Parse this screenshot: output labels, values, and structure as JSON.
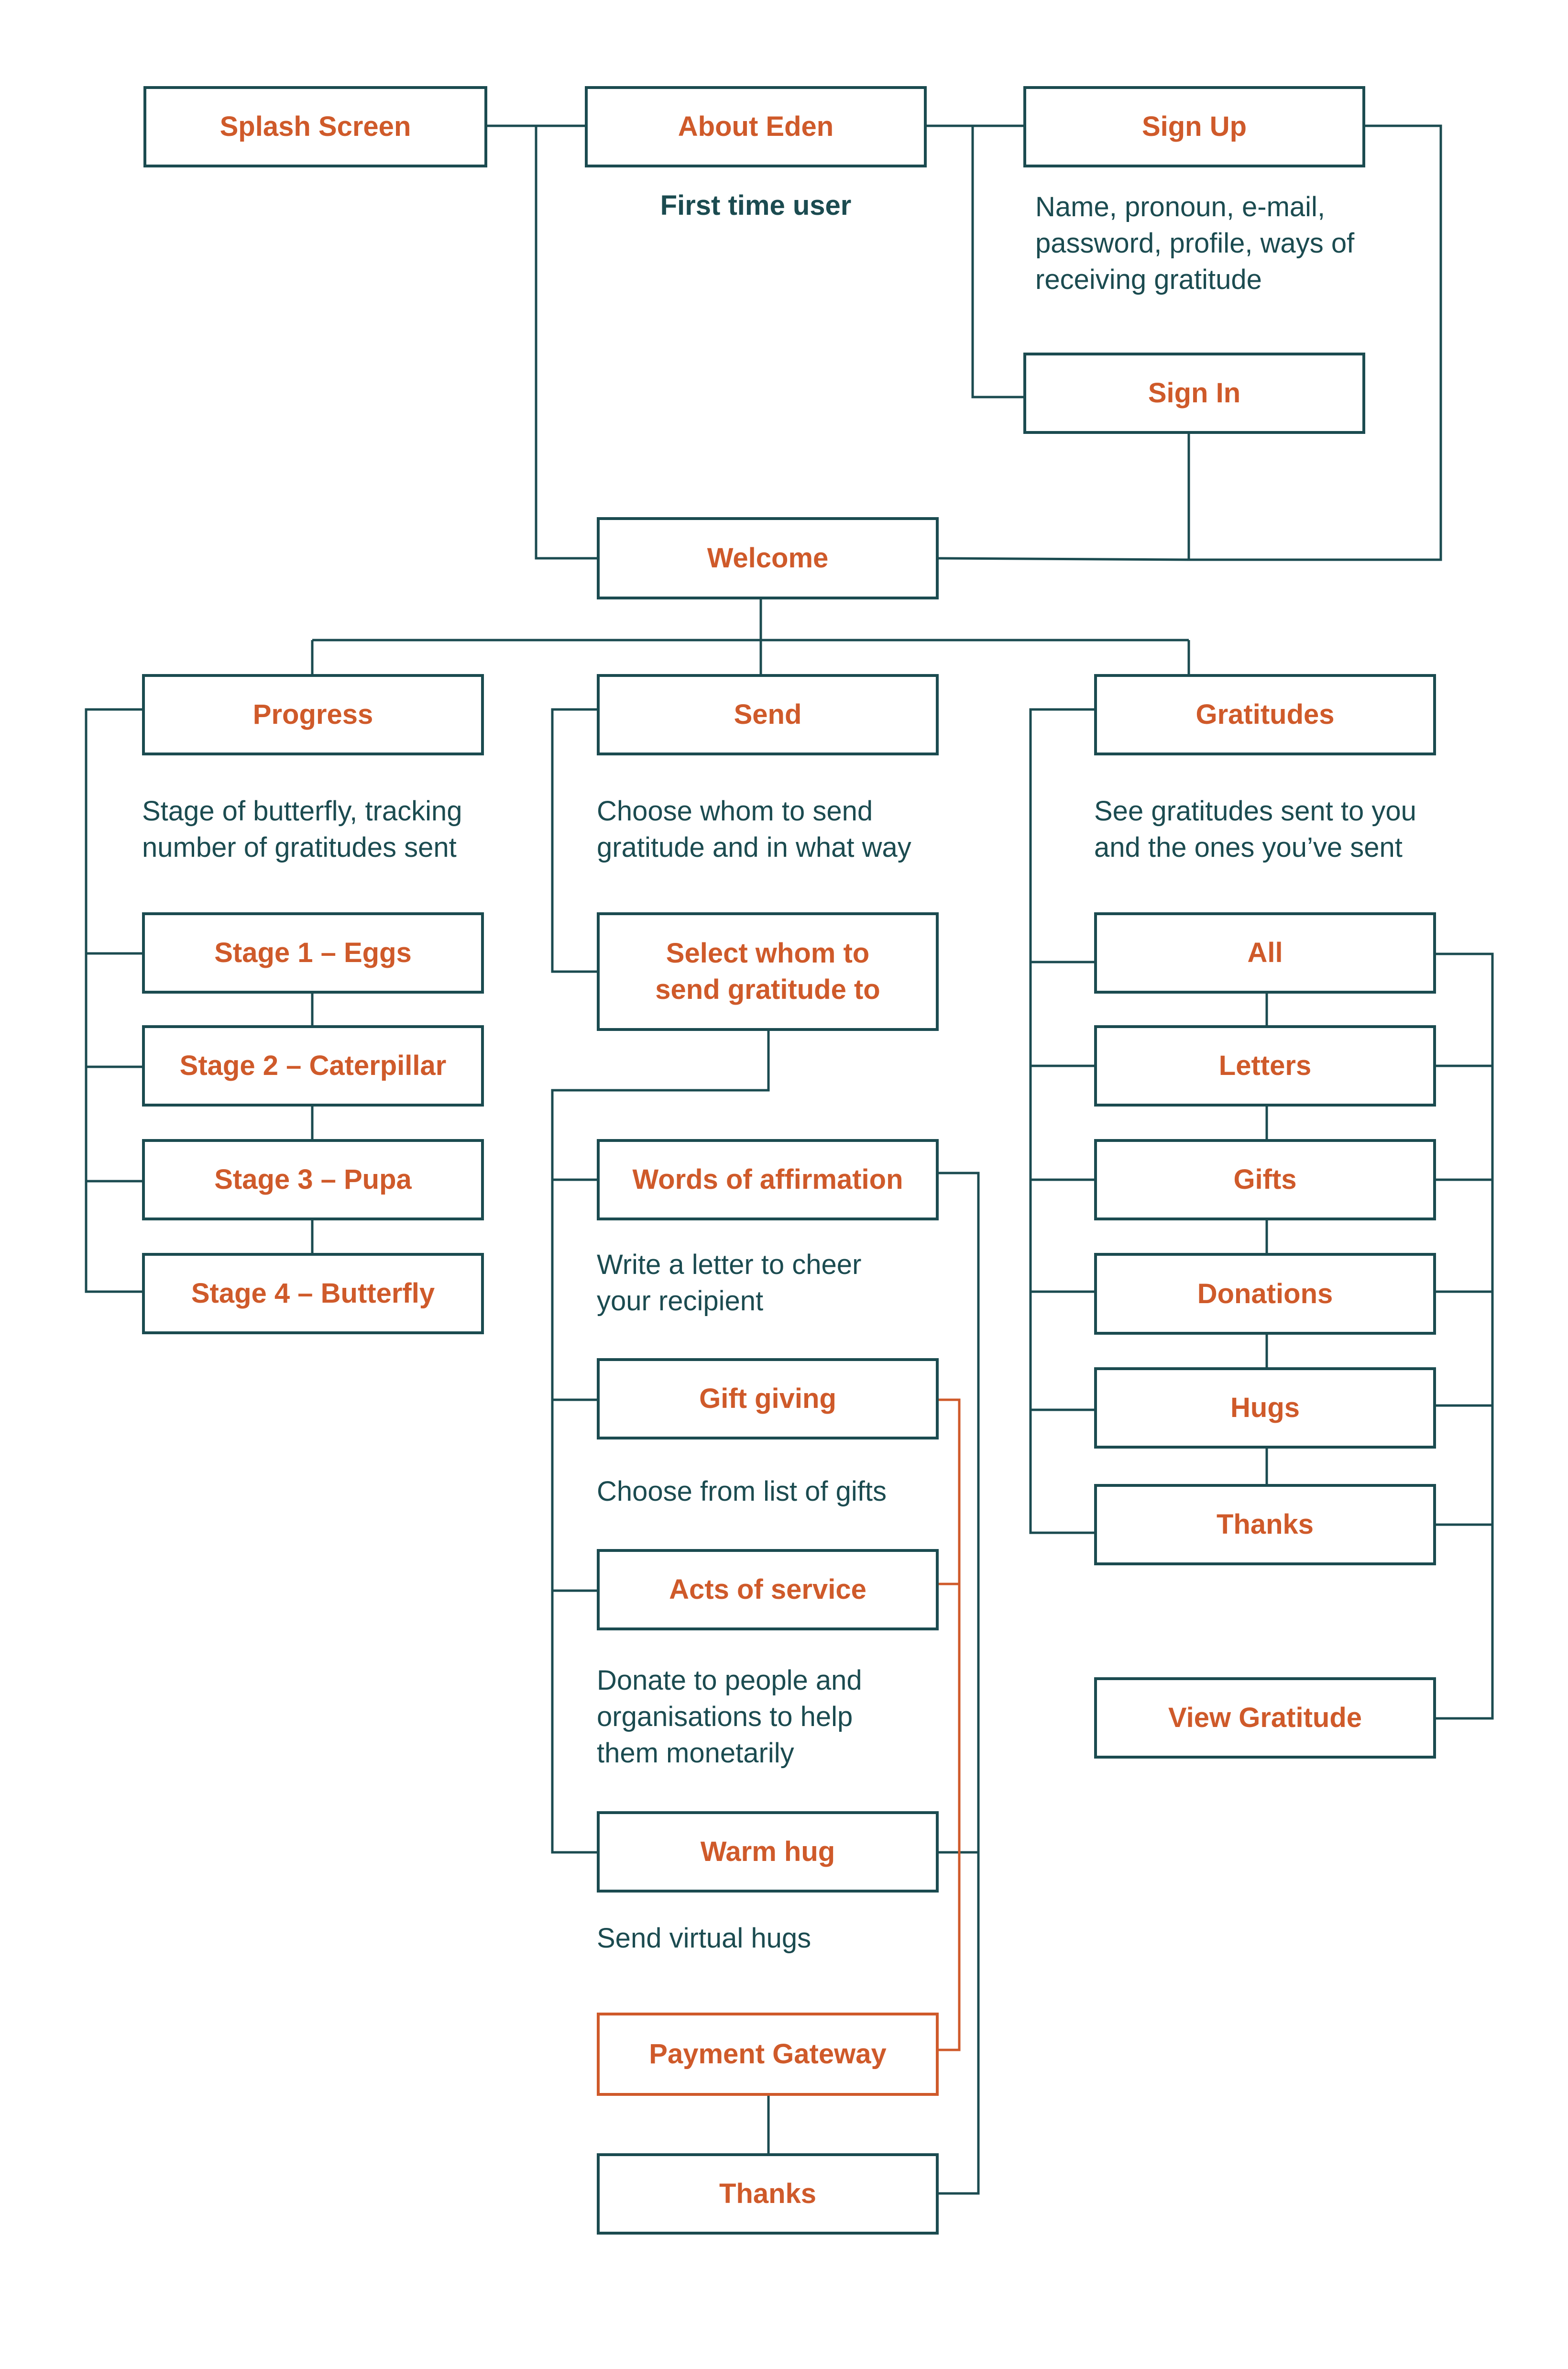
{
  "colors": {
    "stroke": "#1B4B50",
    "accent": "#CF5A2A",
    "text": "#1B4B50",
    "background": "#ffffff"
  },
  "onboarding": {
    "splash": "Splash Screen",
    "about": "About Eden",
    "about_note": "First time user",
    "signup": "Sign Up",
    "signup_note": "Name, pronoun, e-mail,\npassword, profile, ways of\nreceiving gratitude",
    "signin": "Sign In",
    "welcome": "Welcome"
  },
  "progress": {
    "title": "Progress",
    "note": "Stage of butterfly, tracking\nnumber of gratitudes sent",
    "stages": [
      "Stage 1 – Eggs",
      "Stage 2 – Caterpillar",
      "Stage 3 – Pupa",
      "Stage 4 – Butterfly"
    ]
  },
  "send": {
    "title": "Send",
    "note": "Choose whom to send\ngratitude and in what way",
    "select": "Select whom to\nsend gratitude to",
    "options": [
      {
        "label": "Words of affirmation",
        "note": "Write a  letter to cheer\nyour recipient"
      },
      {
        "label": "Gift giving",
        "note": "Choose from list of gifts"
      },
      {
        "label": "Acts of service",
        "note": "Donate to people and\norganisations to help\nthem monetarily"
      },
      {
        "label": "Warm hug",
        "note": "Send virtual hugs"
      }
    ],
    "payment": "Payment Gateway",
    "thanks": "Thanks"
  },
  "gratitudes": {
    "title": "Gratitudes",
    "note": "See gratitudes sent to you\nand the ones you’ve sent",
    "filters": [
      "All",
      "Letters",
      "Gifts",
      "Donations",
      "Hugs",
      "Thanks"
    ],
    "view": "View Gratitude"
  }
}
